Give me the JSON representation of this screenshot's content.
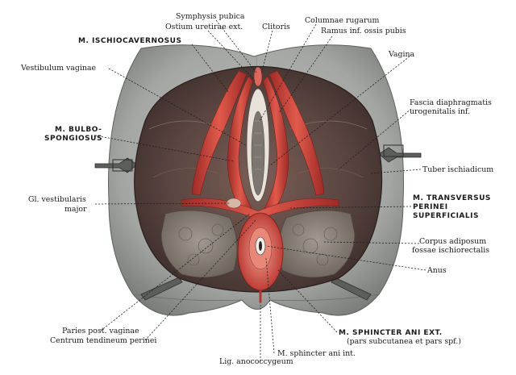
{
  "labels": {
    "symphysis_pubica": "Symphysis pubica",
    "columnae_rugarum": "Columnae rugarum",
    "ostium_uretirae": "Ostium uretirae ext.",
    "clitoris": "Clitoris",
    "ramus_inf": "Ramus inf. ossis pubis",
    "m_ischiocavernosus": "M. ISCHIOCAVERNOSUS",
    "vagina": "Vagina",
    "vestibulum_vaginae": "Vestibulum vaginae",
    "fascia_line1": "Fascia diaphragmatis",
    "fascia_line2": "urogenitalis inf.",
    "m_bulbo_line1": "M. BULBO-",
    "m_bulbo_line2": "SPONGIOSUS",
    "tuber_ischiadicum": "Tuber ischiadicum",
    "gl_vest_line1": "Gl. vestibularis",
    "gl_vest_line2": "major",
    "m_transv_line1": "M. TRANSVERSUS",
    "m_transv_line2": "PERINEI",
    "m_transv_line3": "SUPERFICIALIS",
    "corpus_line1": "Corpus adiposum",
    "corpus_line2": "fossae ischiorectalis",
    "anus": "Anus",
    "paries_post": "Paries post. vaginae",
    "centrum_tendineum": "Centrum tendineum perinei",
    "m_sphincter_ext_line1": "M. SPHINCTER ANI EXT.",
    "m_sphincter_ext_line2": "(pars subcutanea et pars spf.)",
    "m_sphincter_int": "M. sphincter ani int.",
    "lig_anococcygeum": "Lig. anococcygeum"
  },
  "colors": {
    "background": "#ffffff",
    "skin": "#a9aba8",
    "skin_dark": "#6f716e",
    "fossa": "#4a3a36",
    "muscle": "#c8403a",
    "muscle_light": "#e07a6c",
    "fat": "#8d8278",
    "text": "#1a1a1a"
  }
}
